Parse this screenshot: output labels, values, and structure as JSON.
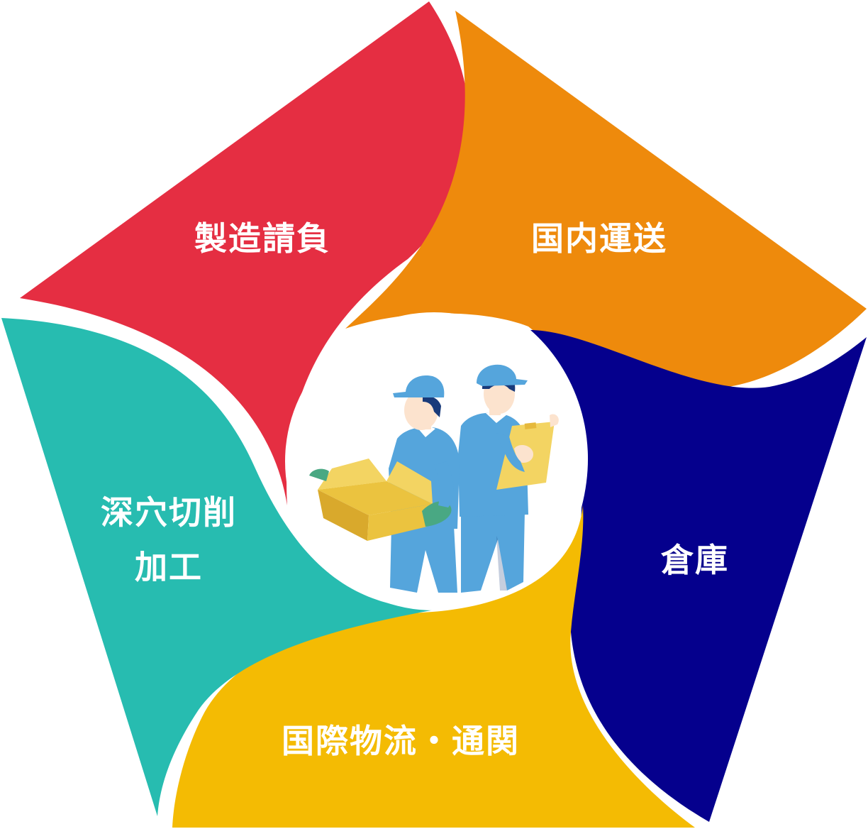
{
  "segments": [
    {
      "id": "manufacturing",
      "label": "製造請負",
      "color": "#E52E42"
    },
    {
      "id": "domestic-transport",
      "label": "国内運送",
      "color": "#EE8A0C"
    },
    {
      "id": "warehouse",
      "label": "倉庫",
      "color": "#05008D"
    },
    {
      "id": "international",
      "label": "国際物流・通関",
      "color": "#F4BB03"
    },
    {
      "id": "deep-hole",
      "label_line1": "深穴切削",
      "label_line2": "加工",
      "color": "#27BCB0"
    }
  ],
  "illustration": {
    "icon": "two-workers-with-box-and-clipboard-icon",
    "uniform_color": "#55A5DC",
    "box_color": "#EBC33F",
    "clipboard_color": "#F3D462",
    "glove_color": "#49A883",
    "hair_color": "#183A7A",
    "skin_color": "#FCE3CE"
  }
}
